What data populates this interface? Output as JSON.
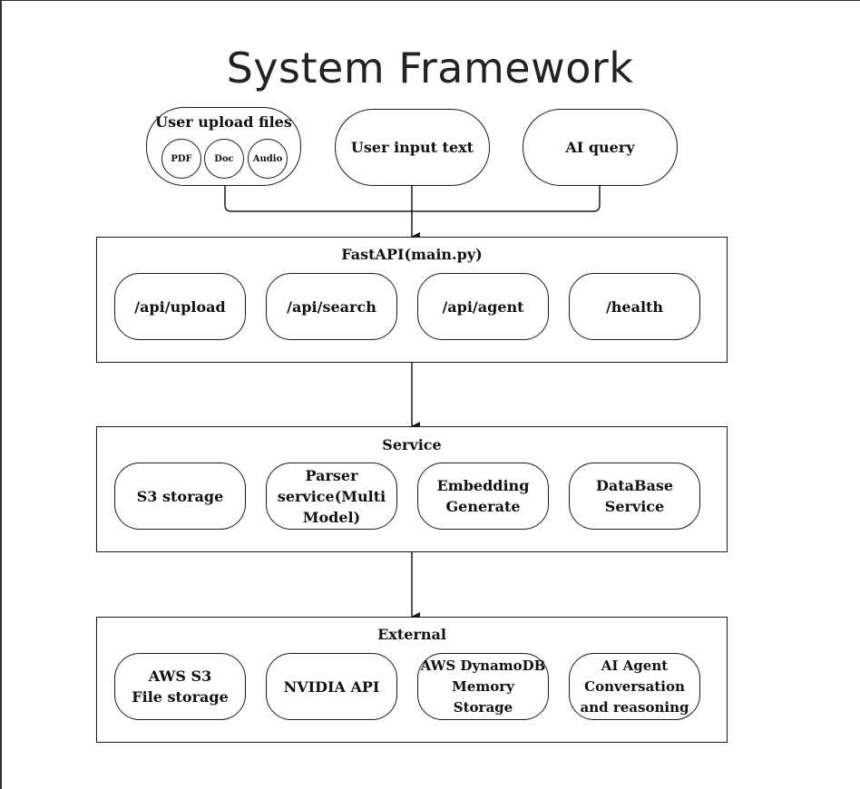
{
  "diagram": {
    "title": "System Framework",
    "inputs": {
      "upload": {
        "label": "User upload files",
        "file_types": [
          "PDF",
          "Doc",
          "Audio"
        ]
      },
      "text": {
        "label": "User input text"
      },
      "query": {
        "label": "AI query"
      }
    },
    "fastapi": {
      "label": "FastAPI(main.py)",
      "endpoints": [
        "/api/upload",
        "/api/search",
        "/api/agent",
        "/health"
      ]
    },
    "service": {
      "label": "Service",
      "items": [
        "S3 storage",
        "Parser service(Multi Model)",
        "Embedding Generate",
        "DataBase Service"
      ]
    },
    "external": {
      "label": "External",
      "items": [
        "AWS S3 File storage",
        "NVIDIA API",
        "AWS DynamoDB Memory Storage",
        "AI Agent Conversation and reasoning"
      ]
    }
  }
}
